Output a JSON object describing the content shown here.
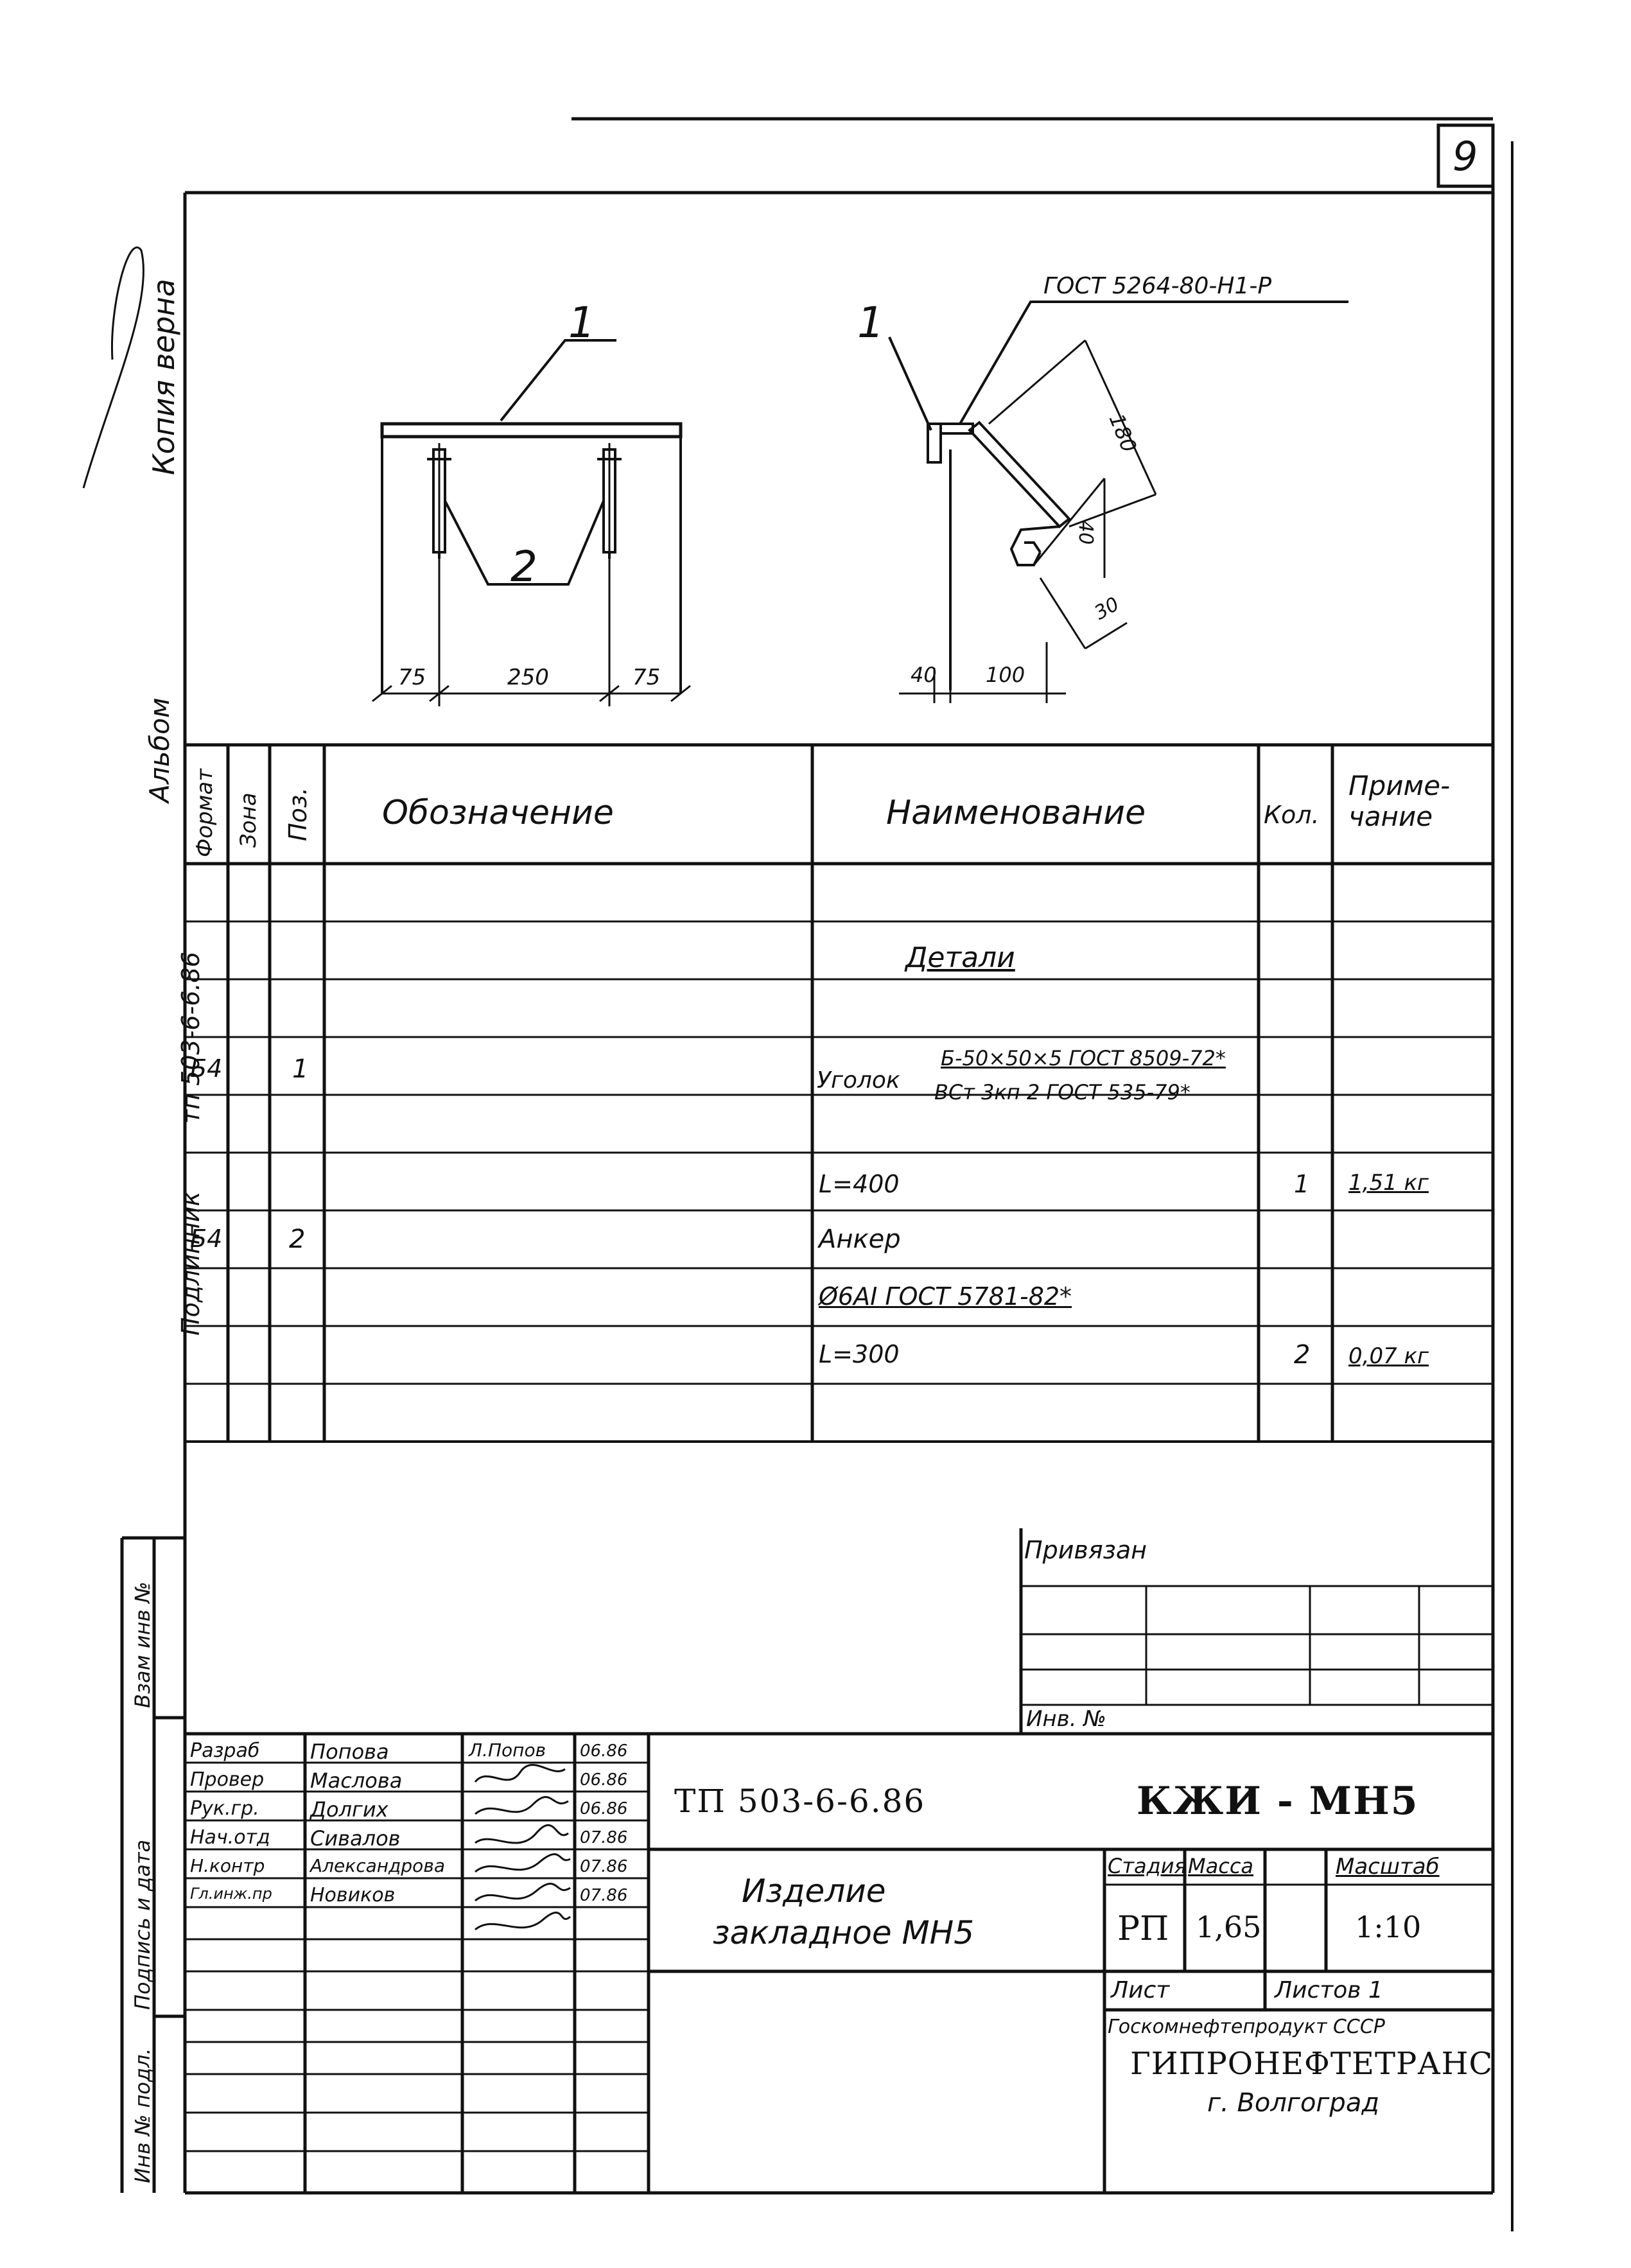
{
  "sheet": {
    "number": "9"
  },
  "margin": {
    "certified": "Копия верна",
    "album": "Альбом",
    "tp_ref": "тп 503-6-6.86",
    "original": "Подлинник",
    "inv_podl": "Инв № подл.",
    "podpis_data": "Подпись и дата",
    "vzam_inv": "Взам инв №"
  },
  "drawing": {
    "left": {
      "pos1": "1",
      "pos2": "2",
      "dims": [
        "75",
        "250",
        "75"
      ]
    },
    "right": {
      "pos1": "1",
      "weld_note": "ГОСТ 5264-80-Н1-Р",
      "dims": [
        "180",
        "40",
        "30",
        "40",
        "100"
      ]
    }
  },
  "spec": {
    "headers": {
      "format": "Формат",
      "zone": "Зона",
      "pos": "Поз.",
      "designation": "Обозначение",
      "name": "Наименование",
      "qty": "Кол.",
      "note": "Приме-чание"
    },
    "section": "Детали",
    "rows": [
      {
        "format": "Б4",
        "pos": "1",
        "name_a": "Уголок",
        "name_b": "Б-50×50×5 ГОСТ 8509-72*",
        "name_c": "ВСт 3кп 2 ГОСТ 535-79*"
      },
      {
        "name": "L=400",
        "qty": "1",
        "note": "1,51 кг"
      },
      {
        "format": "Б4",
        "pos": "2",
        "name": "Анкер"
      },
      {
        "name": "Ø6АI ГОСТ 5781-82*"
      },
      {
        "name": "L=300",
        "qty": "2",
        "note": "0,07 кг"
      }
    ]
  },
  "binding": {
    "label": "Привязан",
    "inv": "Инв. №"
  },
  "title_block": {
    "doc_code": "ТП 503-6-6.86",
    "mark": "КЖИ - МН5",
    "title_line1": "Изделие",
    "title_line2": "закладное МН5",
    "stage_label": "Стадия",
    "mass_label": "Масса",
    "scale_label": "Масштаб",
    "stage": "РП",
    "mass": "1,65",
    "scale": "1:10",
    "sheet_label": "Лист",
    "sheets_label": "Листов 1",
    "org1": "Госкомнефтепродукт СССР",
    "org2": "ГИПРОНЕФТЕТРАНС",
    "org3": "г. Волгоград",
    "people": [
      {
        "role": "Разраб",
        "name": "Попова",
        "sign": "Л.Попов",
        "date": "06.86"
      },
      {
        "role": "Провер",
        "name": "Маслова",
        "sign": "",
        "date": "06.86"
      },
      {
        "role": "Рук.гр.",
        "name": "Долгих",
        "sign": "",
        "date": "06.86"
      },
      {
        "role": "Нач.отд",
        "name": "Сивалов",
        "sign": "",
        "date": "07.86"
      },
      {
        "role": "Н.контр",
        "name": "Александрова",
        "sign": "",
        "date": "07.86"
      },
      {
        "role": "Гл.инж.пр",
        "name": "Новиков",
        "sign": "",
        "date": "07.86"
      }
    ]
  }
}
